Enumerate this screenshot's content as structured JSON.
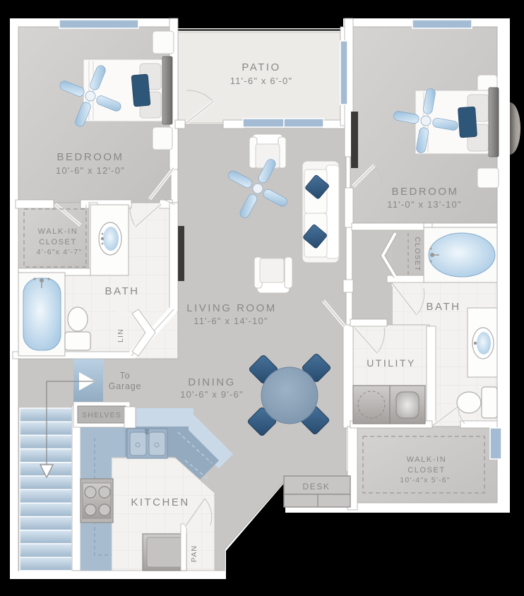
{
  "plan": {
    "rooms": {
      "patio": {
        "name": "PATIO",
        "dims": "11'-6\" x 6'-0\""
      },
      "bedroom1": {
        "name": "BEDROOM",
        "dims": "10'-6\" x 12'-0\""
      },
      "bedroom2": {
        "name": "BEDROOM",
        "dims": "11'-0\" x 13'-10\""
      },
      "living_room": {
        "name": "LIVING ROOM",
        "dims": "11'-6\" x 14'-10\""
      },
      "dining": {
        "name": "DINING",
        "dims": "10'-6\" x 9'-6\""
      },
      "kitchen": {
        "name": "KITCHEN"
      },
      "bath1": {
        "name": "BATH"
      },
      "bath2": {
        "name": "BATH"
      },
      "utility": {
        "name": "UTILITY"
      },
      "walkin1": {
        "line1": "WALK-IN",
        "line2": "CLOSET",
        "dims": "4'-6\"x 4'-7\""
      },
      "walkin2": {
        "line1": "WALK-IN",
        "line2": "CLOSET",
        "dims": "10'-4\"x 5'-6\""
      },
      "closet": {
        "name": "CLOSET"
      },
      "linen": {
        "name": "LIN"
      },
      "pantry": {
        "name": "PAN"
      },
      "shelves": {
        "name": "SHELVES"
      },
      "desk": {
        "name": "DESK"
      },
      "to_garage": {
        "line1": "To",
        "line2": "Garage"
      }
    },
    "colors": {
      "background": "#000000",
      "wall": "#ffffff",
      "carpet": "#c9c7c5",
      "tile": "#f3f2f0",
      "patio_floor": "#ecebe8",
      "window_blue": "#a3bcd4",
      "accent_blue": "#2e5679",
      "counter_steel": "#93aabf",
      "counter_light": "#c9d9e7",
      "cabinet_blue": "#a8bcd0",
      "label_text": "#8a8886"
    }
  }
}
